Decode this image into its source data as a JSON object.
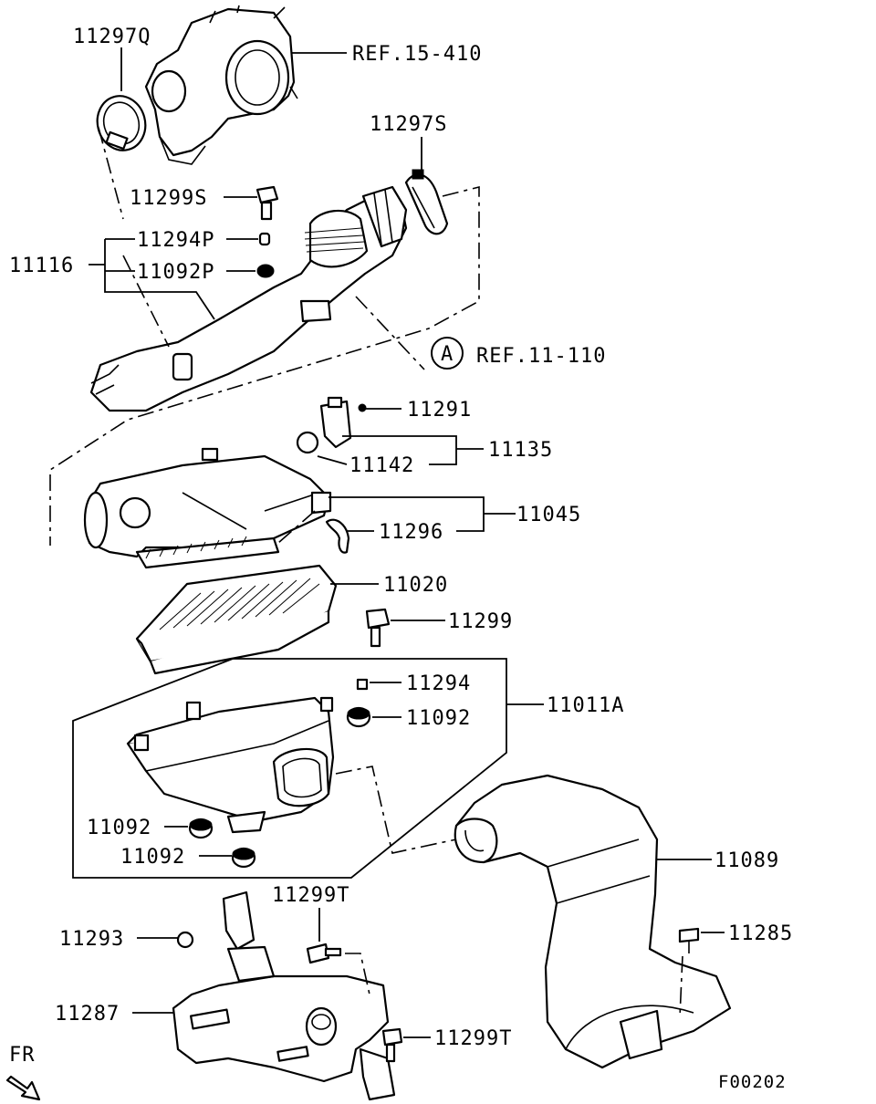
{
  "labels": {
    "p11297Q": "11297Q",
    "ref15": "REF.15-410",
    "p11297S": "11297S",
    "p11299S": "11299S",
    "p11294P": "11294P",
    "p11116": "11116",
    "p11092P": "11092P",
    "circleA": "A",
    "ref11": "REF.11-110",
    "p11291": "11291",
    "p11135": "11135",
    "p11142": "11142",
    "p11045": "11045",
    "p11296": "11296",
    "p11020": "11020",
    "p11299": "11299",
    "p11294": "11294",
    "p11011A": "11011A",
    "p11092a": "11092",
    "p11092b": "11092",
    "p11092c": "11092",
    "p11089": "11089",
    "p11299Ta": "11299T",
    "p11293": "11293",
    "p11285": "11285",
    "p11287": "11287",
    "p11299Tb": "11299T",
    "fr": "FR",
    "figure_code": "F00202"
  }
}
